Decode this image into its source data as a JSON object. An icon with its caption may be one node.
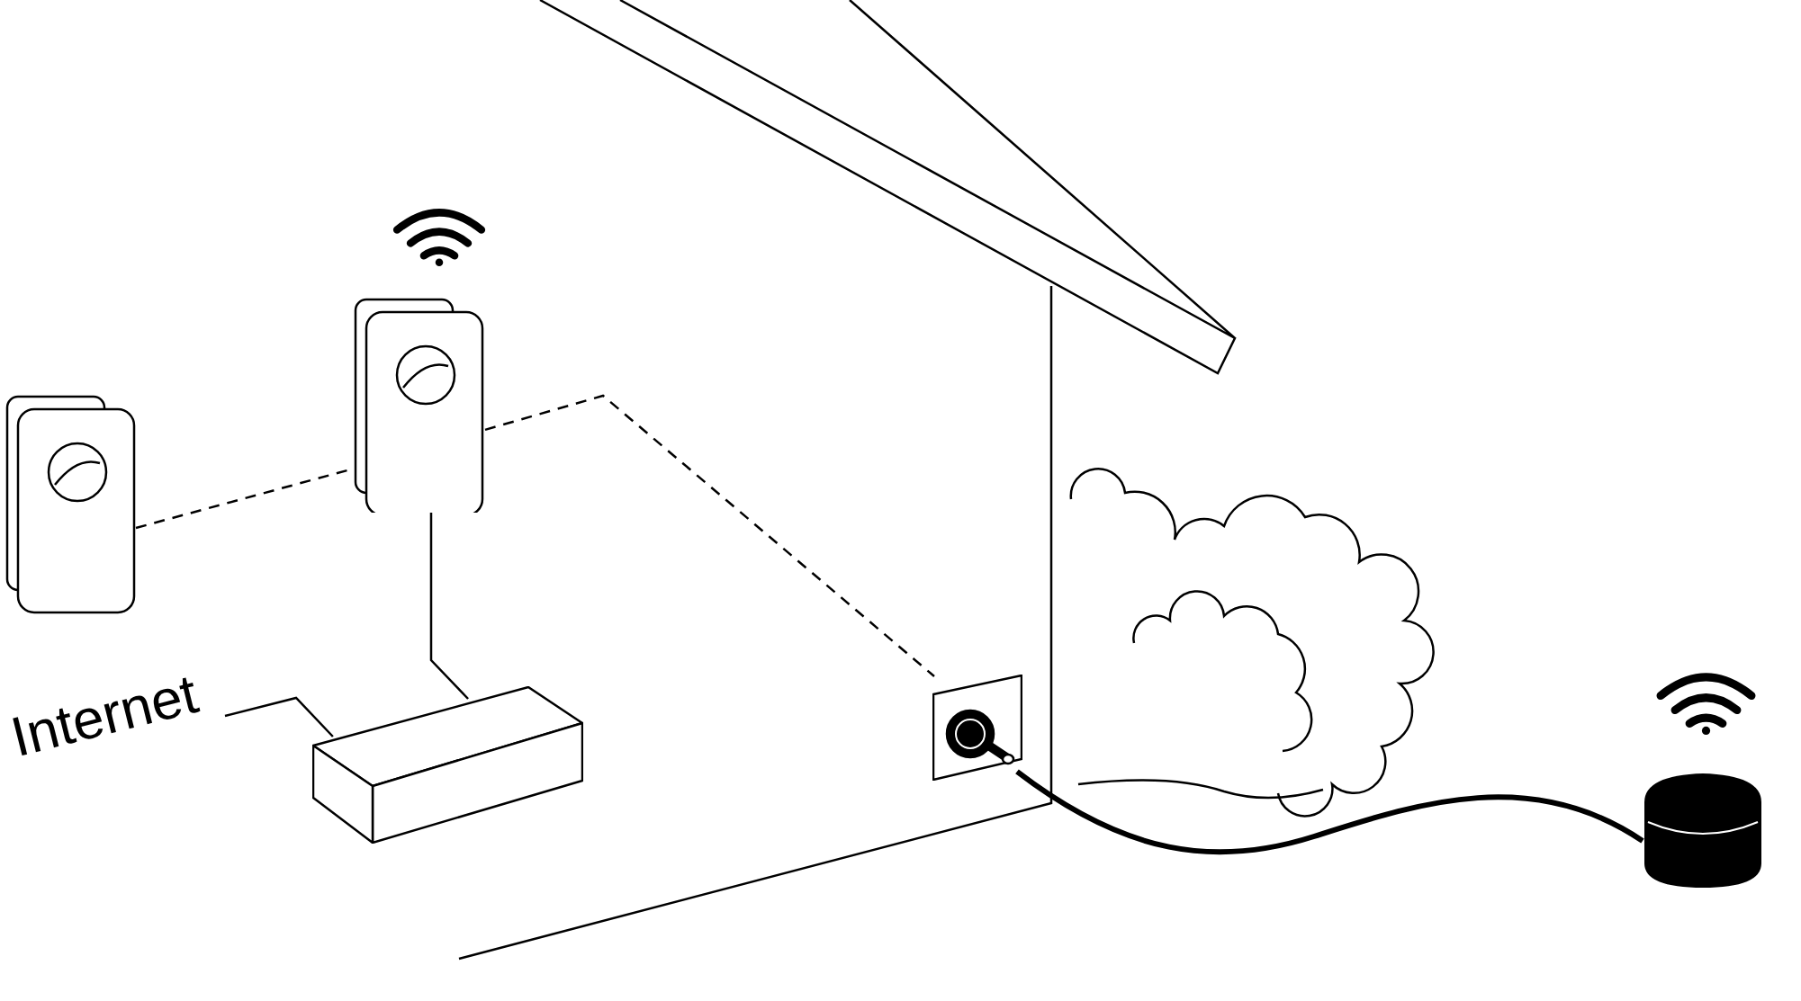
{
  "diagram": {
    "nodes": [
      {
        "text": [
          "Internet"
        ]
      },
      {
        "text": [],
        "shape": "box"
      },
      {
        "text": [],
        "shape": "picture"
      },
      {
        "text": [],
        "shape": "picture"
      },
      {
        "text": [],
        "shape": "picture"
      },
      {
        "text": [],
        "shape": "picture"
      }
    ],
    "edges": [
      {
        "from": 0,
        "to": 1,
        "arrow": "none"
      },
      {
        "from": 3,
        "to": 1,
        "arrow": "none"
      },
      {
        "from": 2,
        "to": 3,
        "arrow": "none",
        "style": "dashed"
      },
      {
        "from": 3,
        "to": 4,
        "arrow": "none",
        "style": "dashed"
      },
      {
        "from": 4,
        "to": 5,
        "arrow": "none",
        "style": "thick"
      }
    ]
  }
}
